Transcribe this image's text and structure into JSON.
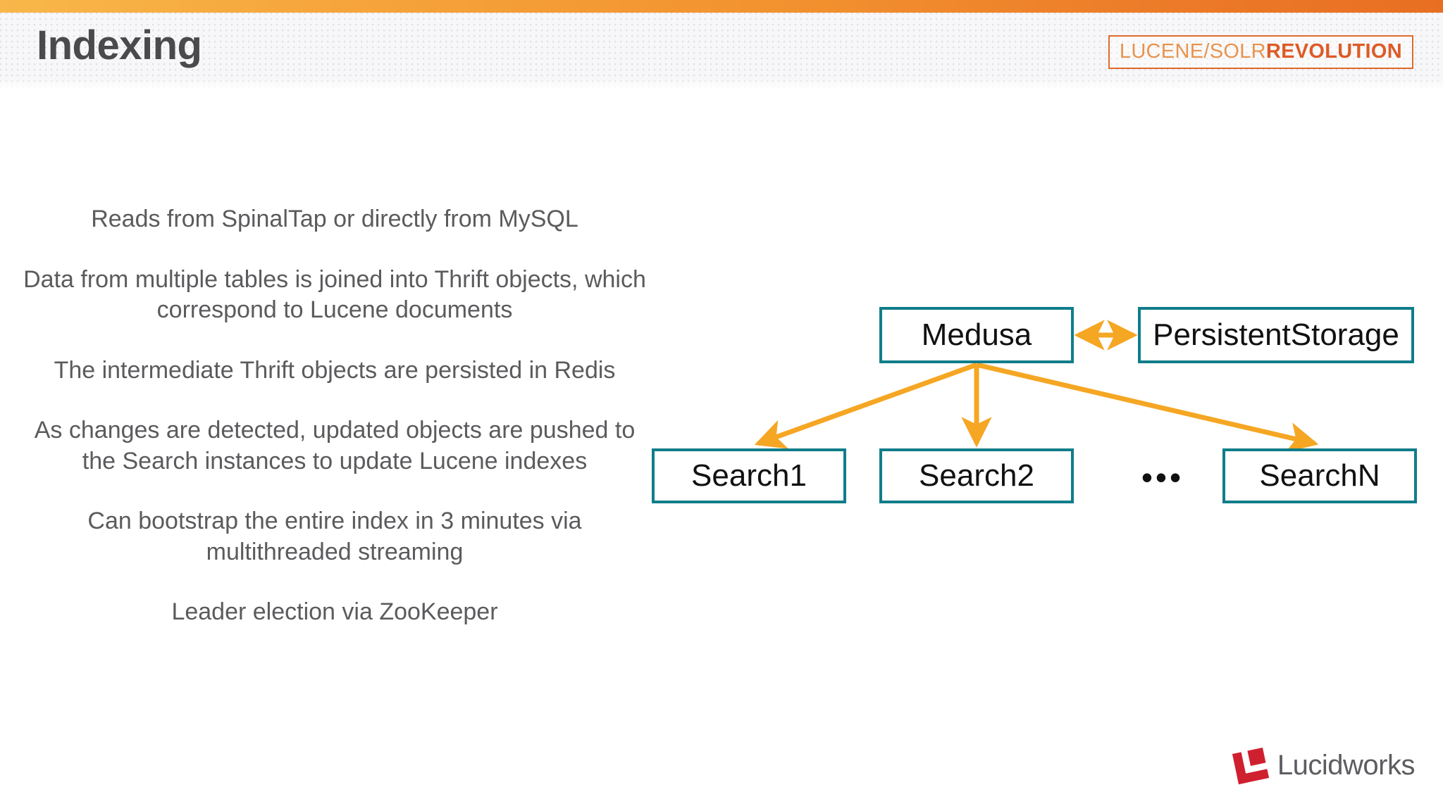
{
  "slide": {
    "title": "Indexing",
    "title_color": "#4a4a4d",
    "top_bar_gradient_from": "#f8b74a",
    "top_bar_gradient_to": "#e86f22"
  },
  "badge": {
    "light_text": "LUCENE/SOLR",
    "bold_text": "REVOLUTION",
    "border_color": "#e06a2b",
    "light_color": "#e8944e",
    "bold_color": "#dd5b26"
  },
  "bullets": [
    "Reads from SpinalTap or directly from MySQL",
    "Data from multiple tables is joined into Thrift objects, which correspond to Lucene documents",
    "The intermediate Thrift objects are persisted in Redis",
    "As changes are detected, updated objects are pushed to the Search instances to update Lucene indexes",
    "Can bootstrap the entire index in 3 minutes via multithreaded streaming",
    "Leader election via ZooKeeper"
  ],
  "diagram": {
    "node_border_color": "#107d8a",
    "arrow_color": "#f5a623",
    "nodes": {
      "medusa": "Medusa",
      "persistent_storage": "PersistentStorage",
      "search1": "Search1",
      "search2": "Search2",
      "searchn": "SearchN"
    },
    "ellipsis": "•••",
    "edges": [
      {
        "from": "Medusa",
        "to": "PersistentStorage",
        "direction": "bidirectional"
      },
      {
        "from": "Medusa",
        "to": "Search1",
        "direction": "forward"
      },
      {
        "from": "Medusa",
        "to": "Search2",
        "direction": "forward"
      },
      {
        "from": "Medusa",
        "to": "SearchN",
        "direction": "forward"
      }
    ]
  },
  "logo": {
    "text": "Lucidworks",
    "mark_color": "#cf2030",
    "text_color": "#5d5d61"
  }
}
